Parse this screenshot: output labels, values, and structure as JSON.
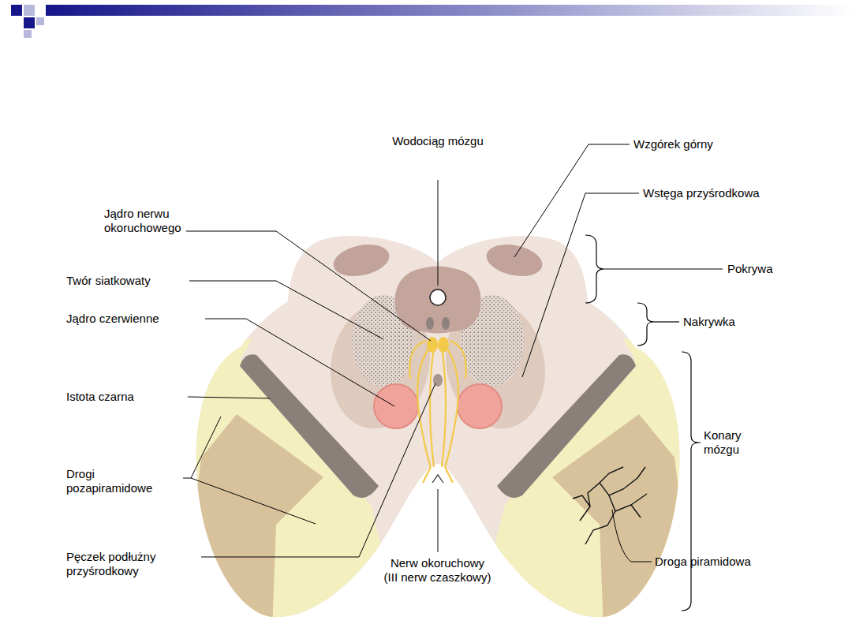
{
  "diagram": {
    "labels": [
      "Wodociąg mózgu",
      "Wzgórek górny",
      "Wstęga przyśrodkowa",
      "Jądro nerwu okoruchowego",
      "Pokrywa",
      "Twór siatkowaty",
      "Jądro czerwienne",
      "Nakrywka",
      "Istota czarna",
      "Konary mózgu",
      "Drogi pozapiramidowe",
      "Pęczek podłużny przyśrodkowy",
      "Nerw okoruchowy (III nerw czaszkowy)",
      "Droga piramidowa"
    ]
  }
}
